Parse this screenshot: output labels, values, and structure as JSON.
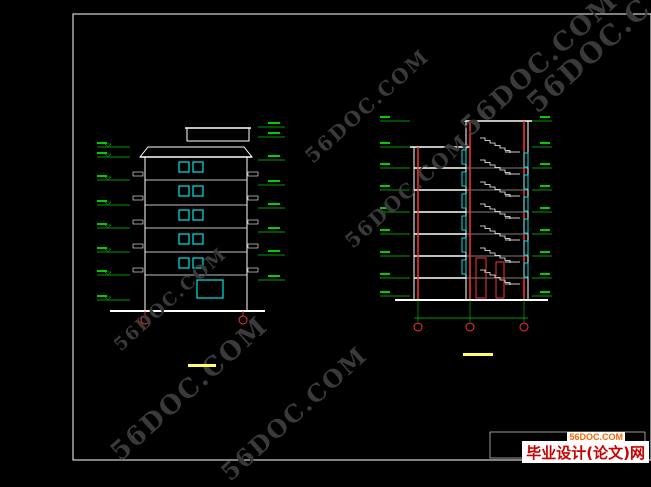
{
  "watermarks": [
    "56DOC.COM",
    "56DOC.COM",
    "56DOC.COM",
    "56DOC.COM",
    "56DOC.COM",
    "56DOC.COM",
    "56DOC.C"
  ],
  "brand": {
    "logo": "56DOC.COM",
    "text": "毕业设计(论文)网"
  },
  "colors": {
    "background": "#000000",
    "frame": "#ffffff",
    "wall": "#ffffff",
    "window": "#00e5e5",
    "dimension": "#00cc00",
    "section_red": "#ff3333",
    "stair": "#ffffff",
    "axis": "#ff3333",
    "title": "#ffff66"
  }
}
